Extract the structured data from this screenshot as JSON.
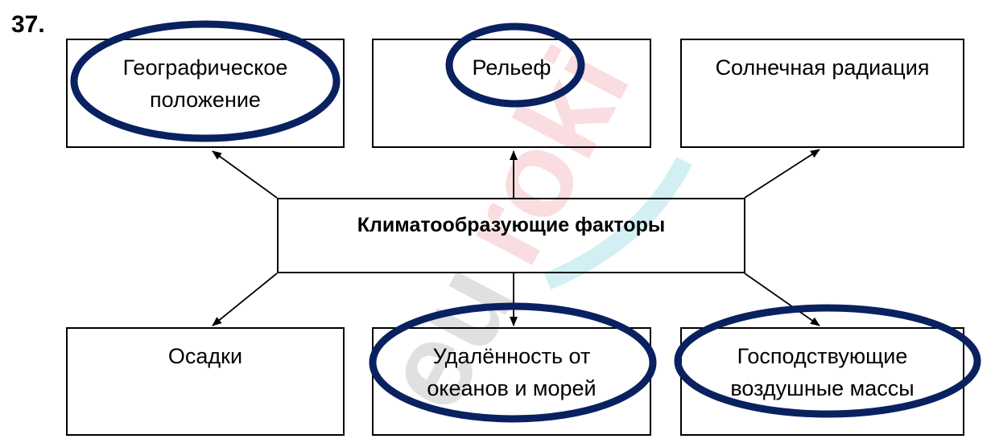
{
  "task_number": "37.",
  "watermark": "euroki",
  "center": "Климатообразующие  факторы",
  "top": [
    "Географическое\nположение",
    "Рельеф",
    "Солнечная радиация"
  ],
  "bottom": [
    "Осадки",
    "Удалённость от\nокеанов и морей",
    "Господствующие\nвоздушные массы"
  ],
  "colors": {
    "ellipse": "#0a2160",
    "line": "#000000"
  }
}
